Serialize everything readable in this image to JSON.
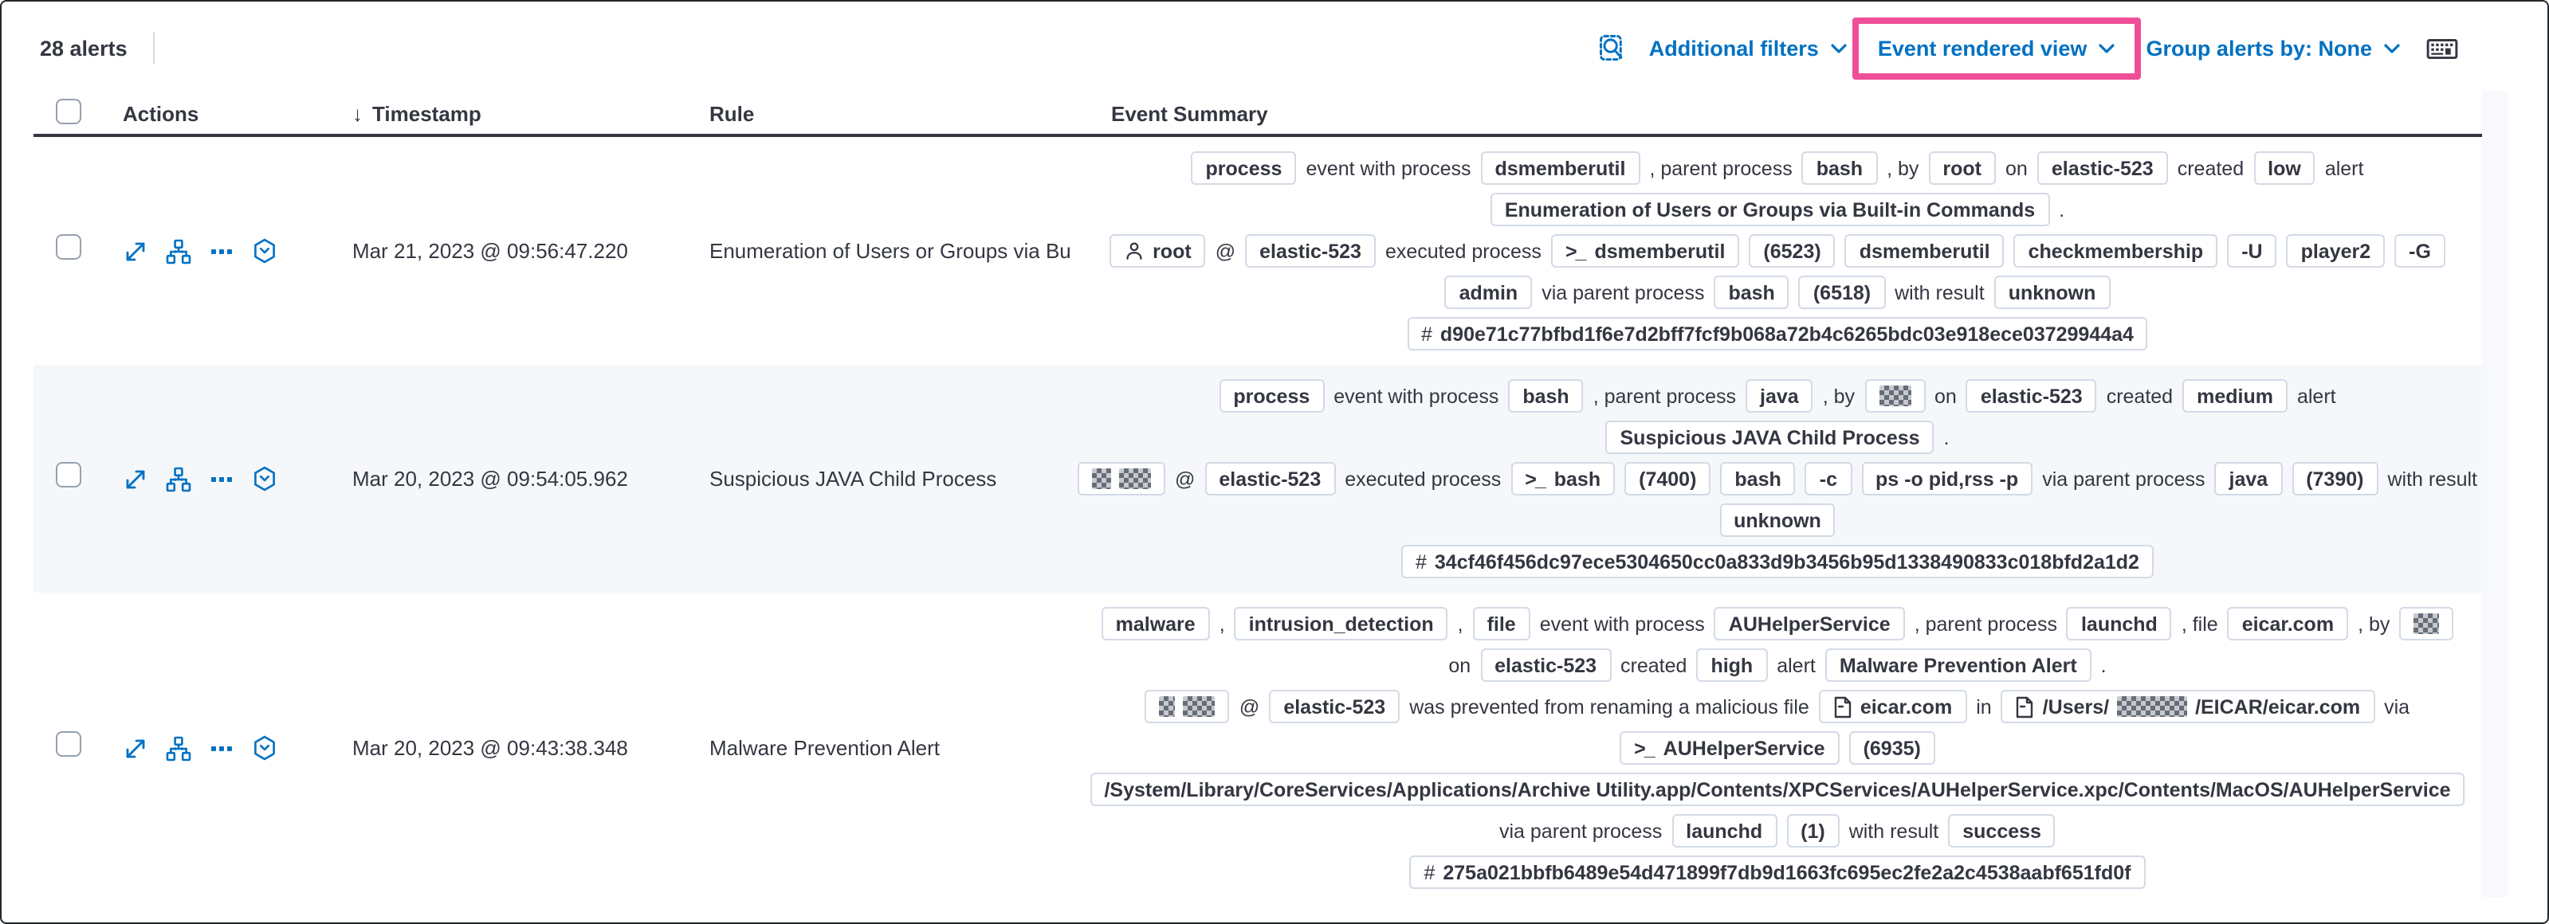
{
  "toolbar": {
    "alerts_count": "28 alerts",
    "additional_filters": "Additional filters",
    "view_selected": "Event rendered view",
    "group_by": "Group alerts by: None",
    "icons": [
      "inspect-icon",
      "keyboard-shortcuts-icon"
    ]
  },
  "colors": {
    "link_blue": "#0071c2",
    "highlight_pink": "#f04e98",
    "text_dark": "#343741",
    "badge_border": "#d3dae6",
    "row_stripe": "#f5f7fa"
  },
  "table": {
    "headers": {
      "actions": "Actions",
      "timestamp": "Timestamp",
      "sort_glyph": "↓",
      "rule": "Rule",
      "summary": "Event Summary"
    },
    "row_actions": [
      {
        "name": "expand-alert"
      },
      {
        "name": "analyze-event"
      },
      {
        "name": "more-actions"
      },
      {
        "name": "open-session-view"
      }
    ],
    "rows": [
      {
        "timestamp": "Mar 21, 2023 @ 09:56:47.220",
        "rule": "Enumeration of Users or Groups via Bui",
        "shaded": false,
        "lines": [
          [
            {
              "b": [
                {
                  "t": "process"
                }
              ]
            },
            {
              "t": "event with process"
            },
            {
              "b": [
                {
                  "t": "dsmemberutil"
                }
              ]
            },
            {
              "t": ", parent process"
            },
            {
              "b": [
                {
                  "t": "bash"
                }
              ]
            },
            {
              "t": ", by"
            },
            {
              "b": [
                {
                  "t": "root"
                }
              ]
            },
            {
              "t": "on"
            },
            {
              "b": [
                {
                  "t": "elastic-523"
                }
              ]
            },
            {
              "t": "created"
            },
            {
              "b": [
                {
                  "t": "low"
                }
              ]
            },
            {
              "t": "alert"
            }
          ],
          [
            {
              "b": [
                {
                  "t": "Enumeration of Users or Groups via Built-in Commands"
                }
              ]
            },
            {
              "t": "."
            }
          ],
          [
            {
              "b": [
                {
                  "i": "user"
                },
                {
                  "t": "root"
                }
              ]
            },
            {
              "t": "@"
            },
            {
              "b": [
                {
                  "t": "elastic-523"
                }
              ]
            },
            {
              "t": "executed process"
            },
            {
              "b": [
                {
                  "i": "terminal"
                },
                {
                  "t": "dsmemberutil"
                }
              ]
            },
            {
              "b": [
                {
                  "t": "(6523)"
                }
              ]
            },
            {
              "b": [
                {
                  "t": "dsmemberutil"
                }
              ]
            },
            {
              "b": [
                {
                  "t": "checkmembership"
                }
              ]
            },
            {
              "b": [
                {
                  "t": "-U"
                }
              ]
            },
            {
              "b": [
                {
                  "t": "player2"
                }
              ]
            },
            {
              "b": [
                {
                  "t": "-G"
                }
              ]
            }
          ],
          [
            {
              "b": [
                {
                  "t": "admin"
                }
              ]
            },
            {
              "t": "via parent process"
            },
            {
              "b": [
                {
                  "t": "bash"
                }
              ]
            },
            {
              "b": [
                {
                  "t": "(6518)"
                }
              ]
            },
            {
              "t": "with result"
            },
            {
              "b": [
                {
                  "t": "unknown"
                }
              ]
            }
          ],
          [
            {
              "b": [
                {
                  "i": "hash"
                },
                {
                  "t": "d90e71c77bfbd1f6e7d2bff7fcf9b068a72b4c6265bdc03e918ece03729944a4"
                }
              ]
            }
          ]
        ]
      },
      {
        "timestamp": "Mar 20, 2023 @ 09:54:05.962",
        "rule": "Suspicious JAVA Child Process",
        "shaded": true,
        "lines": [
          [
            {
              "b": [
                {
                  "t": "process"
                }
              ]
            },
            {
              "t": "event with process"
            },
            {
              "b": [
                {
                  "t": "bash"
                }
              ]
            },
            {
              "t": ", parent process"
            },
            {
              "b": [
                {
                  "t": "java"
                }
              ]
            },
            {
              "t": ", by"
            },
            {
              "b": [
                {
                  "r": 20
                }
              ]
            },
            {
              "t": "on"
            },
            {
              "b": [
                {
                  "t": "elastic-523"
                }
              ]
            },
            {
              "t": "created"
            },
            {
              "b": [
                {
                  "t": "medium"
                }
              ]
            },
            {
              "t": "alert"
            }
          ],
          [
            {
              "b": [
                {
                  "t": "Suspicious JAVA Child Process"
                }
              ]
            },
            {
              "t": "."
            }
          ],
          [
            {
              "b": [
                {
                  "r": 12
                },
                {
                  "r": 20
                }
              ]
            },
            {
              "t": "@"
            },
            {
              "b": [
                {
                  "t": "elastic-523"
                }
              ]
            },
            {
              "t": "executed process"
            },
            {
              "b": [
                {
                  "i": "terminal"
                },
                {
                  "t": "bash"
                }
              ]
            },
            {
              "b": [
                {
                  "t": "(7400)"
                }
              ]
            },
            {
              "b": [
                {
                  "t": "bash"
                }
              ]
            },
            {
              "b": [
                {
                  "t": "-c"
                }
              ]
            },
            {
              "b": [
                {
                  "t": "ps -o pid,rss -p"
                }
              ]
            },
            {
              "t": "via parent process"
            },
            {
              "b": [
                {
                  "t": "java"
                }
              ]
            },
            {
              "b": [
                {
                  "t": "(7390)"
                }
              ]
            },
            {
              "t": "with result"
            }
          ],
          [
            {
              "b": [
                {
                  "t": "unknown"
                }
              ]
            }
          ],
          [
            {
              "b": [
                {
                  "i": "hash"
                },
                {
                  "t": "34cf46f456dc97ece5304650cc0a833d9b3456b95d1338490833c018bfd2a1d2"
                }
              ]
            }
          ]
        ]
      },
      {
        "timestamp": "Mar 20, 2023 @ 09:43:38.348",
        "rule": "Malware Prevention Alert",
        "shaded": false,
        "lines": [
          [
            {
              "b": [
                {
                  "t": "malware"
                }
              ]
            },
            {
              "t": ","
            },
            {
              "b": [
                {
                  "t": "intrusion_detection"
                }
              ]
            },
            {
              "t": ","
            },
            {
              "b": [
                {
                  "t": "file"
                }
              ]
            },
            {
              "t": "event with process"
            },
            {
              "b": [
                {
                  "t": "AUHelperService"
                }
              ]
            },
            {
              "t": ", parent process"
            },
            {
              "b": [
                {
                  "t": "launchd"
                }
              ]
            },
            {
              "t": ", file"
            },
            {
              "b": [
                {
                  "t": "eicar.com"
                }
              ]
            },
            {
              "t": ", by"
            },
            {
              "b": [
                {
                  "r": 16
                }
              ]
            }
          ],
          [
            {
              "t": "on"
            },
            {
              "b": [
                {
                  "t": "elastic-523"
                }
              ]
            },
            {
              "t": "created"
            },
            {
              "b": [
                {
                  "t": "high"
                }
              ]
            },
            {
              "t": "alert"
            },
            {
              "b": [
                {
                  "t": "Malware Prevention Alert"
                }
              ]
            },
            {
              "t": "."
            }
          ],
          [
            {
              "b": [
                {
                  "r": 10
                },
                {
                  "r": 20
                }
              ]
            },
            {
              "t": "@"
            },
            {
              "b": [
                {
                  "t": "elastic-523"
                }
              ]
            },
            {
              "t": "was prevented from renaming a malicious file"
            },
            {
              "b": [
                {
                  "i": "file"
                },
                {
                  "t": "eicar.com"
                }
              ]
            },
            {
              "t": "in"
            },
            {
              "b": [
                {
                  "i": "file"
                },
                {
                  "t": "/Users/"
                },
                {
                  "r": 44
                },
                {
                  "t": "/EICAR/eicar.com"
                }
              ]
            },
            {
              "t": "via"
            }
          ],
          [
            {
              "b": [
                {
                  "i": "terminal"
                },
                {
                  "t": "AUHelperService"
                }
              ]
            },
            {
              "b": [
                {
                  "t": "(6935)"
                }
              ]
            }
          ],
          [
            {
              "b": [
                {
                  "t": "/System/Library/CoreServices/Applications/Archive Utility.app/Contents/XPCServices/AUHelperService.xpc/Contents/MacOS/AUHelperService"
                }
              ]
            }
          ],
          [
            {
              "t": "via parent process"
            },
            {
              "b": [
                {
                  "t": "launchd"
                }
              ]
            },
            {
              "b": [
                {
                  "t": "(1)"
                }
              ]
            },
            {
              "t": "with result"
            },
            {
              "b": [
                {
                  "t": "success"
                }
              ]
            }
          ],
          [
            {
              "b": [
                {
                  "i": "hash"
                },
                {
                  "t": "275a021bbfb6489e54d471899f7db9d1663fc695ec2fe2a2c4538aabf651fd0f"
                }
              ]
            }
          ]
        ]
      }
    ]
  }
}
